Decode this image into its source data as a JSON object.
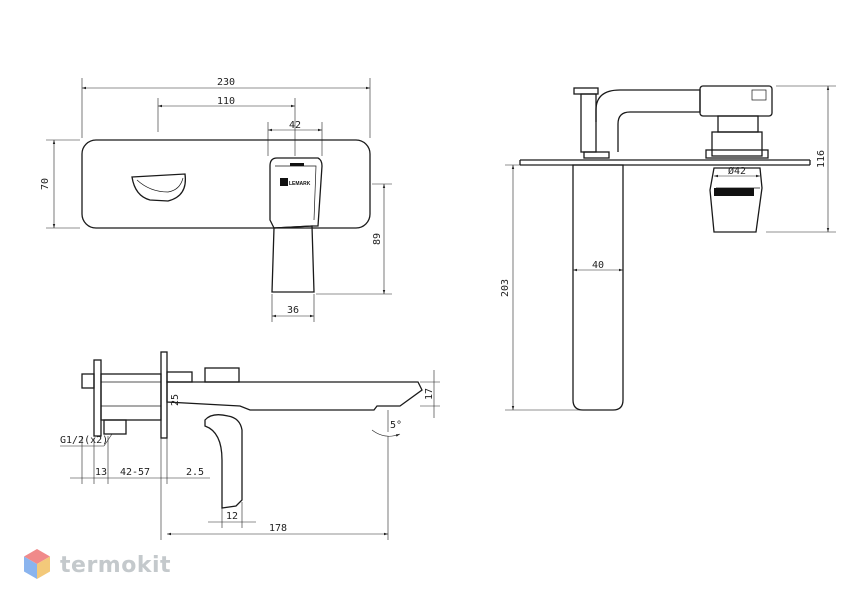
{
  "front_view": {
    "dims": {
      "overall_width": "230",
      "center_distance": "110",
      "handle_width": "42",
      "plate_height": "70",
      "handle_depth": "89",
      "lever_width": "36"
    },
    "logo": "LEMARK"
  },
  "side_view": {
    "dims": {
      "top_offset": "116",
      "body_diameter": "Ø42",
      "spout_width": "40",
      "spout_length": "203"
    }
  },
  "bottom_view": {
    "dims": {
      "thread": "G1/2(x2)",
      "mount_depth": "13",
      "adjust_range": "42-57",
      "plate_thickness": "2.5",
      "offset": "25",
      "spout_height": "17",
      "angle": "5°",
      "lever_thickness": "12",
      "projection": "178"
    }
  },
  "watermark": {
    "text": "termokit",
    "colors": [
      "#f08a8a",
      "#8ab4ee",
      "#f3c97a"
    ]
  }
}
